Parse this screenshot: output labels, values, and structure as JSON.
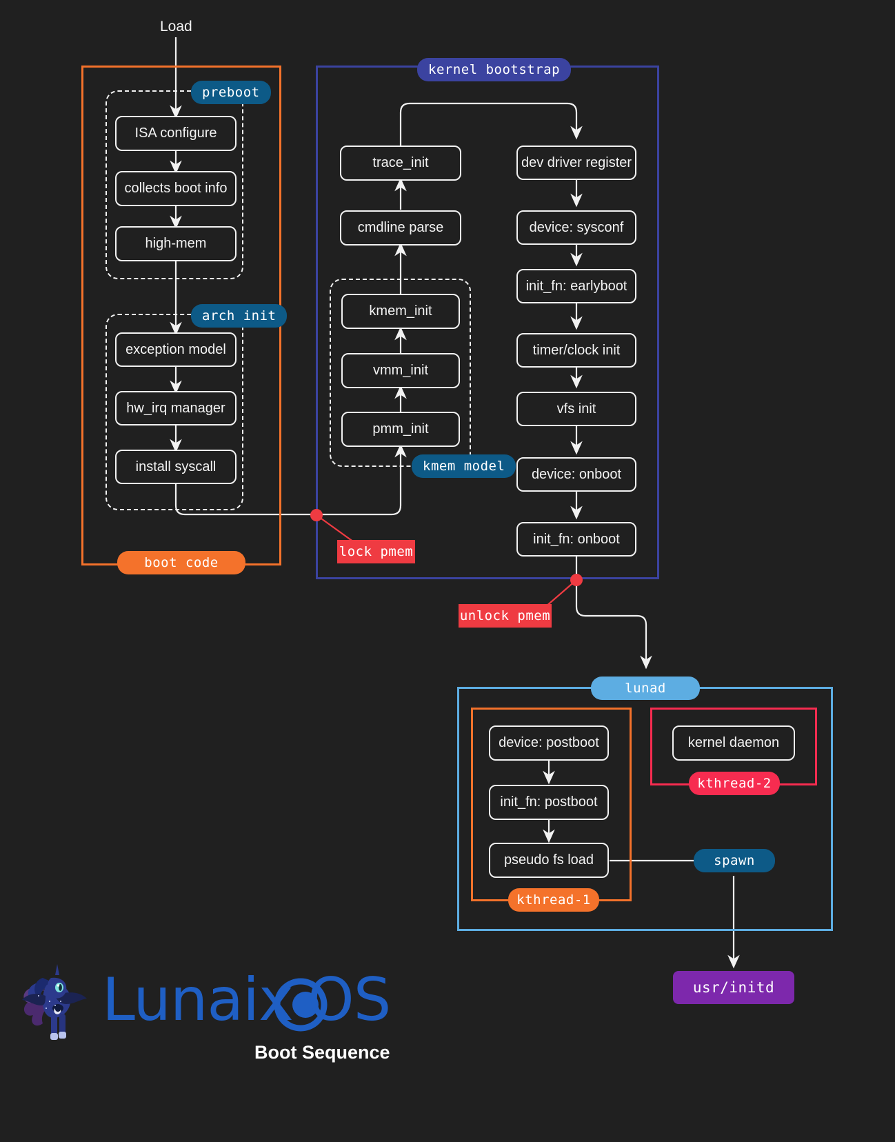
{
  "meta": {
    "background": "#202020",
    "title": "Boot Sequence",
    "brand": "Lunaix",
    "brand_suffix": "OS",
    "brand_color": "#1f5fc4"
  },
  "entry": {
    "label": "Load"
  },
  "groups": {
    "boot_code": {
      "label": "boot code",
      "color": "#f4722b"
    },
    "kernel_bootstrap": {
      "label": "kernel bootstrap",
      "color": "#3b43a0"
    },
    "preboot": {
      "label": "preboot",
      "color": "#0d5a87"
    },
    "arch_init": {
      "label": "arch init",
      "color": "#0d5a87"
    },
    "kmem_model": {
      "label": "kmem model",
      "color": "#0d5a87"
    },
    "lunad": {
      "label": "lunad",
      "color": "#5dade2"
    },
    "kthread_1": {
      "label": "kthread-1",
      "color": "#f4722b"
    },
    "kthread_2": {
      "label": "kthread-2",
      "color": "#f72c50"
    }
  },
  "nodes": {
    "isa_configure": {
      "label": "ISA configure"
    },
    "collects_boot": {
      "label": "collects boot info"
    },
    "high_mem": {
      "label": "high-mem"
    },
    "exception_model": {
      "label": "exception model"
    },
    "hw_irq_manager": {
      "label": "hw_irq manager"
    },
    "install_syscall": {
      "label": "install syscall"
    },
    "trace_init": {
      "label": "trace_init"
    },
    "cmdline_parse": {
      "label": "cmdline parse"
    },
    "kmem_init": {
      "label": "kmem_init"
    },
    "vmm_init": {
      "label": "vmm_init"
    },
    "pmm_init": {
      "label": "pmm_init"
    },
    "dev_driver_reg": {
      "label": "dev driver register"
    },
    "device_sysconf": {
      "label": "device: sysconf"
    },
    "init_fn_early": {
      "label": "init_fn: earlyboot"
    },
    "timer_clock": {
      "label": "timer/clock init"
    },
    "vfs_init": {
      "label": "vfs init"
    },
    "device_onboot": {
      "label": "device: onboot"
    },
    "init_fn_onboot": {
      "label": "init_fn: onboot"
    },
    "device_postboot": {
      "label": "device: postboot"
    },
    "init_fn_postboot": {
      "label": "init_fn: postboot"
    },
    "pseudo_fs_load": {
      "label": "pseudo fs load"
    },
    "kernel_daemon": {
      "label": "kernel daemon"
    }
  },
  "markers": {
    "lock_pmem": {
      "label": "lock pmem",
      "color": "#ef3b42"
    },
    "unlock_pmem": {
      "label": "unlock pmem",
      "color": "#ef3b42"
    }
  },
  "endpoints": {
    "spawn": {
      "label": "spawn",
      "color": "#0d5a87"
    },
    "usr_initd": {
      "label": "usr/initd",
      "color": "#7d28ac"
    }
  }
}
